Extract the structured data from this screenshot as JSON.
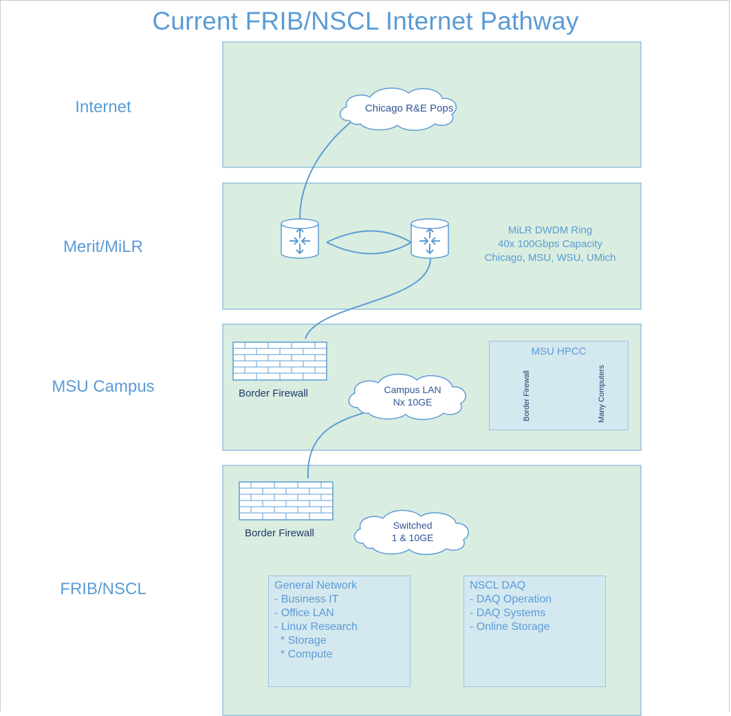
{
  "title": "Current FRIB/NSCL Internet Pathway",
  "layers": {
    "internet": "Internet",
    "merit": "Merit/MiLR",
    "campus": "MSU Campus",
    "frib": "FRIB/NSCL"
  },
  "clouds": {
    "chicago": "Chicago R&E Pops",
    "campus_lan_line1": "Campus LAN",
    "campus_lan_line2": "Nx 10GE",
    "switched_line1": "Switched",
    "switched_line2": "1 & 10GE"
  },
  "milr_note": {
    "line1": "MiLR DWDM Ring",
    "line2": "40x 100Gbps Capacity",
    "line3": "Chicago, MSU, WSU, UMich"
  },
  "firewalls": {
    "campus": "Border Firewall",
    "frib": "Border Firewall"
  },
  "hpcc": {
    "title": "MSU HPCC",
    "firewall_label": "Border Firewall",
    "computers_label": "Many Computers"
  },
  "general_network": {
    "title": "General Network",
    "items": [
      "- Business IT",
      "- Office LAN",
      "- Linux Research",
      "  * Storage",
      "  * Compute"
    ]
  },
  "nscl_daq": {
    "title": "NSCL DAQ",
    "items": [
      "- DAQ Operation",
      "- DAQ Systems",
      "- Online Storage"
    ]
  },
  "colors": {
    "band_fill": "#d9ede0",
    "band_border": "#a9cde0",
    "label_blue": "#5b9bd5",
    "line_blue": "#5b9bd5",
    "text_dark": "#1f3864"
  }
}
